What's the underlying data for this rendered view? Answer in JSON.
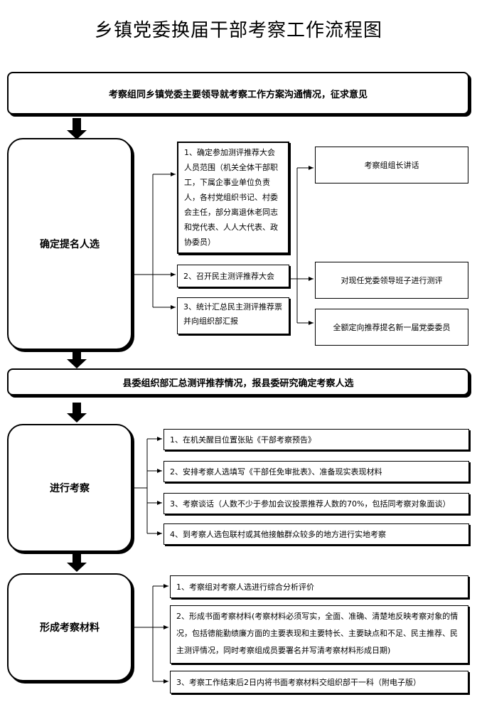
{
  "title": "乡镇党委换届干部考察工作流程图",
  "step1": "考察组同乡镇党委主要领导就考察工作方案沟通情况，征求意见",
  "stage_nominate": {
    "label": "确定提名人选",
    "items": [
      "1、确定参加测评推荐大会人员范围（机关全体干部职工，下属企事业单位负责人，各村党组织书记、村委会主任，部分离退休老同志和党代表、人人大代表、政协委员）",
      "2、召开民主测评推荐大会",
      "3、统计汇总民主测评推荐票并向组织部汇报"
    ],
    "sub_items": [
      "考察组组长讲话",
      "对现任党委领导班子进行测评",
      "全额定向推荐提名新一届党委委员"
    ]
  },
  "step2": "县委组织部汇总测评推荐情况，报县委研究确定考察人选",
  "stage_inspect": {
    "label": "进行考察",
    "items": [
      "1、在机关醒目位置张贴《干部考察预告》",
      "2、安排考察人选填写《干部任免审批表》、准备现实表现材料",
      "3、考察谈话（人数不少于参加会议投票推荐人数的70%，包括同考察对象面谈）",
      "4、到考察人选包联村或其他接触群众较多的地方进行实地考察"
    ]
  },
  "stage_materials": {
    "label": "形成考察材料",
    "items": [
      "1、考察组对考察人选进行综合分析评价",
      "2、形成书面考察材料(考察材料必须写实，全面、准确、清楚地反映考察对象的情况，包括德能勤绩廉方面的主要表现和主要特长、主要缺点和不足、民主推荐、民主测评情况，同时考察组成员要署名并写清考察材料形成日期)",
      "3、考察工作结束后2日内将书面考察材料交组织部干一科（附电子版）"
    ]
  }
}
